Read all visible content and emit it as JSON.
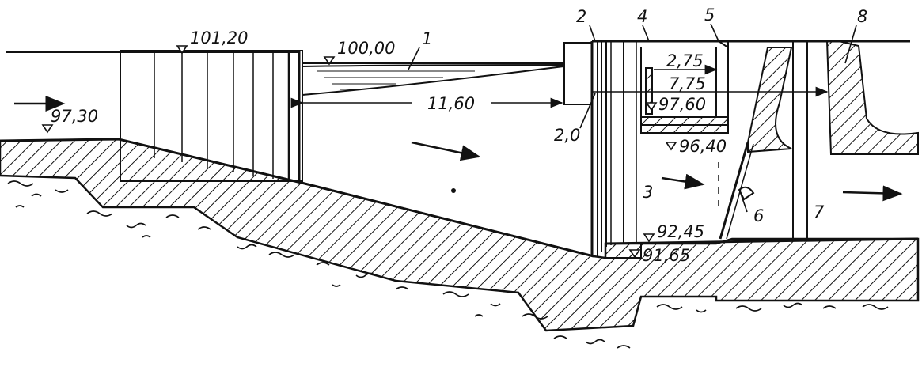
{
  "colors": {
    "ink": "#111111",
    "paper": "#ffffff"
  },
  "elevations": {
    "upstream_crest": "101,20",
    "water_level": "100,00",
    "inlet_floor": "97,30",
    "top_level_chamber": "97,60",
    "gate_sill": "96,40",
    "chamber_floor": "92,45",
    "basin_bottom": "91,65"
  },
  "dimensions": {
    "flume_length": "11,60",
    "slot_width": "2,0",
    "chamber_depth": "2,75",
    "chamber_width": "7,75"
  },
  "callouts": {
    "n1": "1",
    "n2": "2",
    "n3": "3",
    "n4": "4",
    "n5": "5",
    "n6": "6",
    "n7": "7",
    "n8": "8"
  }
}
